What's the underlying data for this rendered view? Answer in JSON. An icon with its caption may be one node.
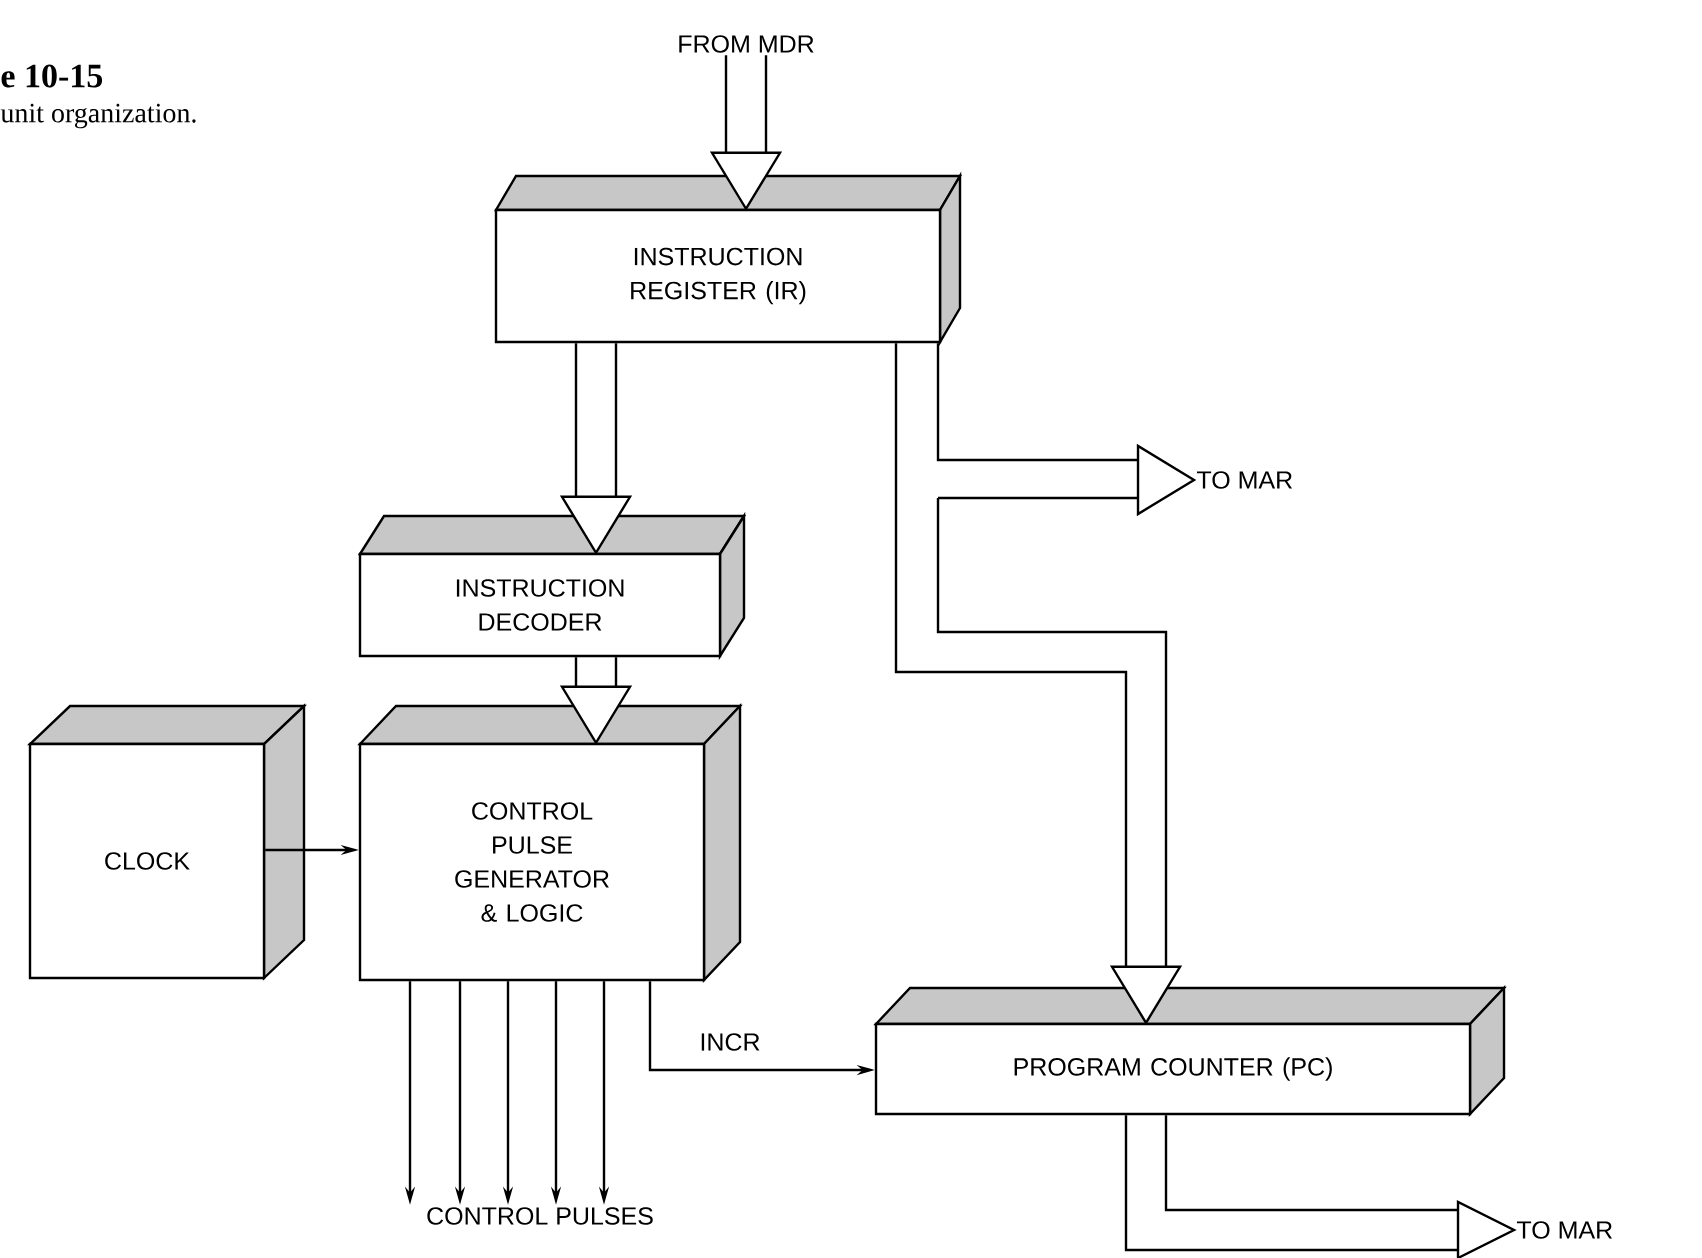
{
  "diagram": {
    "nodes": [
      {
        "text": [
          "FROM MDR"
        ]
      },
      {
        "text": [
          "INSTRUCTION REGISTER (IR)"
        ]
      },
      {
        "text": [
          "TO MAR"
        ]
      },
      {
        "text": [
          "INSTRUCTION DECODER"
        ]
      },
      {
        "text": [
          "CLOCK"
        ]
      },
      {
        "text": [
          "CONTROL PULSE GENERATOR & LOGIC"
        ]
      },
      {
        "text": [
          "PROGRAM COUNTER (PC)"
        ]
      },
      {
        "text": [
          "CONTROL PULSES"
        ]
      },
      {
        "text": [
          "TO MAR"
        ]
      }
    ],
    "edges": [
      {
        "from": 0,
        "to": 1,
        "arrow": "to"
      },
      {
        "from": 1,
        "to": 2,
        "arrow": "to"
      },
      {
        "from": 1,
        "to": 6,
        "arrow": "to"
      },
      {
        "from": 1,
        "to": 3,
        "arrow": "to"
      },
      {
        "from": 3,
        "to": 5,
        "arrow": "to"
      },
      {
        "from": 4,
        "to": 5,
        "arrow": "to"
      },
      {
        "from": 5,
        "to": 6,
        "arrow": "to",
        "label": "INCR"
      },
      {
        "from": 5,
        "to": 7,
        "arrow": "to"
      },
      {
        "from": 5,
        "to": 7,
        "arrow": "to"
      },
      {
        "from": 5,
        "to": 7,
        "arrow": "to"
      },
      {
        "from": 5,
        "to": 7,
        "arrow": "to"
      },
      {
        "from": 5,
        "to": 7,
        "arrow": "to"
      },
      {
        "from": 6,
        "to": 8,
        "arrow": "to"
      }
    ],
    "labels": [
      "e 10-15",
      "unit organization."
    ]
  }
}
